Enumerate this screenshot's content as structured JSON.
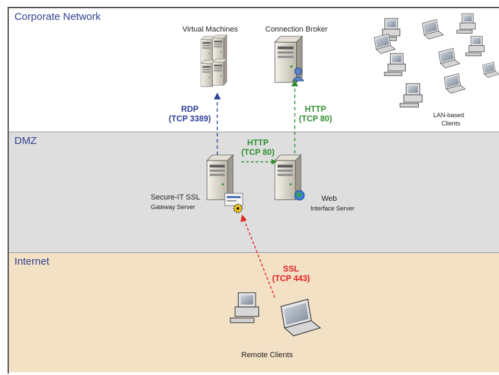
{
  "zones": {
    "corporate": "Corporate Network",
    "dmz": "DMZ",
    "internet": "Internet"
  },
  "nodes": {
    "virtual_machines": "Virtual Machines",
    "connection_broker": "Connection Broker",
    "lan_clients_line1": "LAN-based",
    "lan_clients_line2": "Clients",
    "gateway_line1": "Secure-IT SSL",
    "gateway_line2": "Gateway Server",
    "web_line1": "Web",
    "web_line2": "Interface Server",
    "remote_clients": "Remote Clients"
  },
  "links": {
    "rdp": {
      "protocol": "RDP",
      "port": "(TCP 3389)",
      "color": "#2f3f9a"
    },
    "http_dmz": {
      "protocol": "HTTP",
      "port": "(TCP 80)",
      "color": "#2f8f2f"
    },
    "http_broker": {
      "protocol": "HTTP",
      "port": "(TCP 80)",
      "color": "#2f8f2f"
    },
    "ssl": {
      "protocol": "SSL",
      "port": "(TCP 443)",
      "color": "#e02020"
    }
  },
  "colors": {
    "zone_title": "#2e3f8f",
    "dmz_bg": "#dedede",
    "internet_bg": "#f3e1c6"
  }
}
